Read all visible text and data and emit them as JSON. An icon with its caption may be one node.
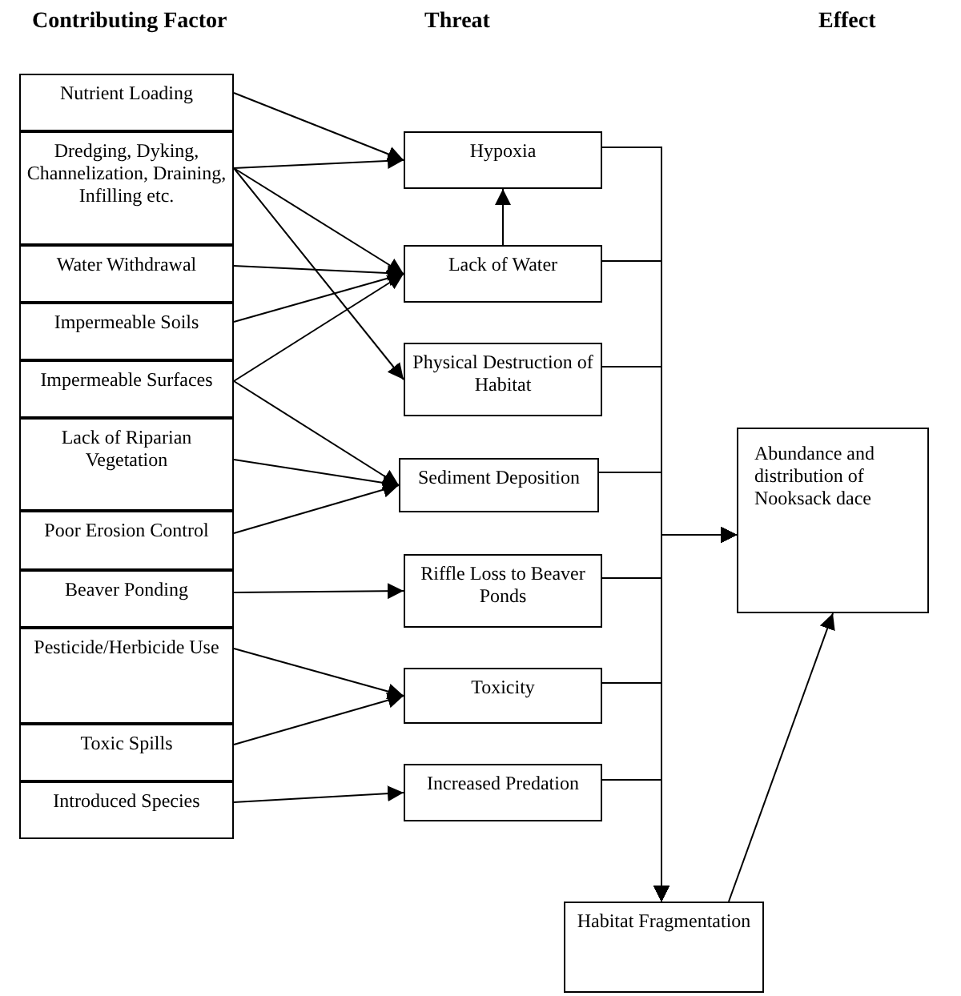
{
  "diagram": {
    "nodes": [
      {
        "text": [
          "Nutrient Loading"
        ]
      },
      {
        "text": [
          "Dredging, Dyking, Channelization, Draining, Infilling etc."
        ]
      },
      {
        "text": [
          "Water Withdrawal"
        ]
      },
      {
        "text": [
          "Impermeable Soils"
        ]
      },
      {
        "text": [
          "Impermeable Surfaces"
        ]
      },
      {
        "text": [
          "Lack of Riparian Vegetation"
        ]
      },
      {
        "text": [
          "Poor Erosion Control"
        ]
      },
      {
        "text": [
          "Beaver Ponding"
        ]
      },
      {
        "text": [
          "Pesticide/Herbicide Use"
        ]
      },
      {
        "text": [
          "Toxic Spills"
        ]
      },
      {
        "text": [
          "Introduced Species"
        ]
      },
      {
        "text": [
          "Hypoxia"
        ]
      },
      {
        "text": [
          "Lack of Water"
        ]
      },
      {
        "text": [
          "Physical Destruction of Habitat"
        ]
      },
      {
        "text": [
          "Sediment Deposition"
        ]
      },
      {
        "text": [
          "Riffle Loss to Beaver Ponds"
        ]
      },
      {
        "text": [
          "Toxicity"
        ]
      },
      {
        "text": [
          "Increased Predation"
        ]
      },
      {
        "text": [
          "Abundance and distribution of Nooksack dace"
        ]
      },
      {
        "text": [
          "Habitat Fragmentation"
        ]
      }
    ],
    "edges": [
      {
        "from": 0,
        "to": 11,
        "arrow": "to"
      },
      {
        "from": 1,
        "to": 11,
        "arrow": "to"
      },
      {
        "from": 1,
        "to": 12,
        "arrow": "to"
      },
      {
        "from": 1,
        "to": 13,
        "arrow": "to"
      },
      {
        "from": 2,
        "to": 12,
        "arrow": "to"
      },
      {
        "from": 3,
        "to": 12,
        "arrow": "to"
      },
      {
        "from": 4,
        "to": 12,
        "arrow": "to"
      },
      {
        "from": 4,
        "to": 14,
        "arrow": "to"
      },
      {
        "from": 5,
        "to": 14,
        "arrow": "to"
      },
      {
        "from": 6,
        "to": 14,
        "arrow": "to"
      },
      {
        "from": 7,
        "to": 15,
        "arrow": "to"
      },
      {
        "from": 8,
        "to": 16,
        "arrow": "to"
      },
      {
        "from": 9,
        "to": 16,
        "arrow": "to"
      },
      {
        "from": 10,
        "to": 17,
        "arrow": "to"
      },
      {
        "from": 12,
        "to": 11,
        "arrow": "to"
      },
      {
        "from": 11,
        "to": 18,
        "arrow": "to"
      },
      {
        "from": 12,
        "to": 18,
        "arrow": "to"
      },
      {
        "from": 13,
        "to": 18,
        "arrow": "to"
      },
      {
        "from": 14,
        "to": 18,
        "arrow": "to"
      },
      {
        "from": 15,
        "to": 18,
        "arrow": "to"
      },
      {
        "from": 16,
        "to": 18,
        "arrow": "to"
      },
      {
        "from": 17,
        "to": 18,
        "arrow": "to"
      },
      {
        "from": 11,
        "to": 19,
        "arrow": "to"
      },
      {
        "from": 12,
        "to": 19,
        "arrow": "to"
      },
      {
        "from": 13,
        "to": 19,
        "arrow": "to"
      },
      {
        "from": 14,
        "to": 19,
        "arrow": "to"
      },
      {
        "from": 15,
        "to": 19,
        "arrow": "to"
      },
      {
        "from": 16,
        "to": 19,
        "arrow": "to"
      },
      {
        "from": 17,
        "to": 19,
        "arrow": "to"
      },
      {
        "from": 19,
        "to": 18,
        "arrow": "to"
      }
    ],
    "labels": [
      "Contributing Factor",
      "Threat",
      "Effect"
    ]
  }
}
